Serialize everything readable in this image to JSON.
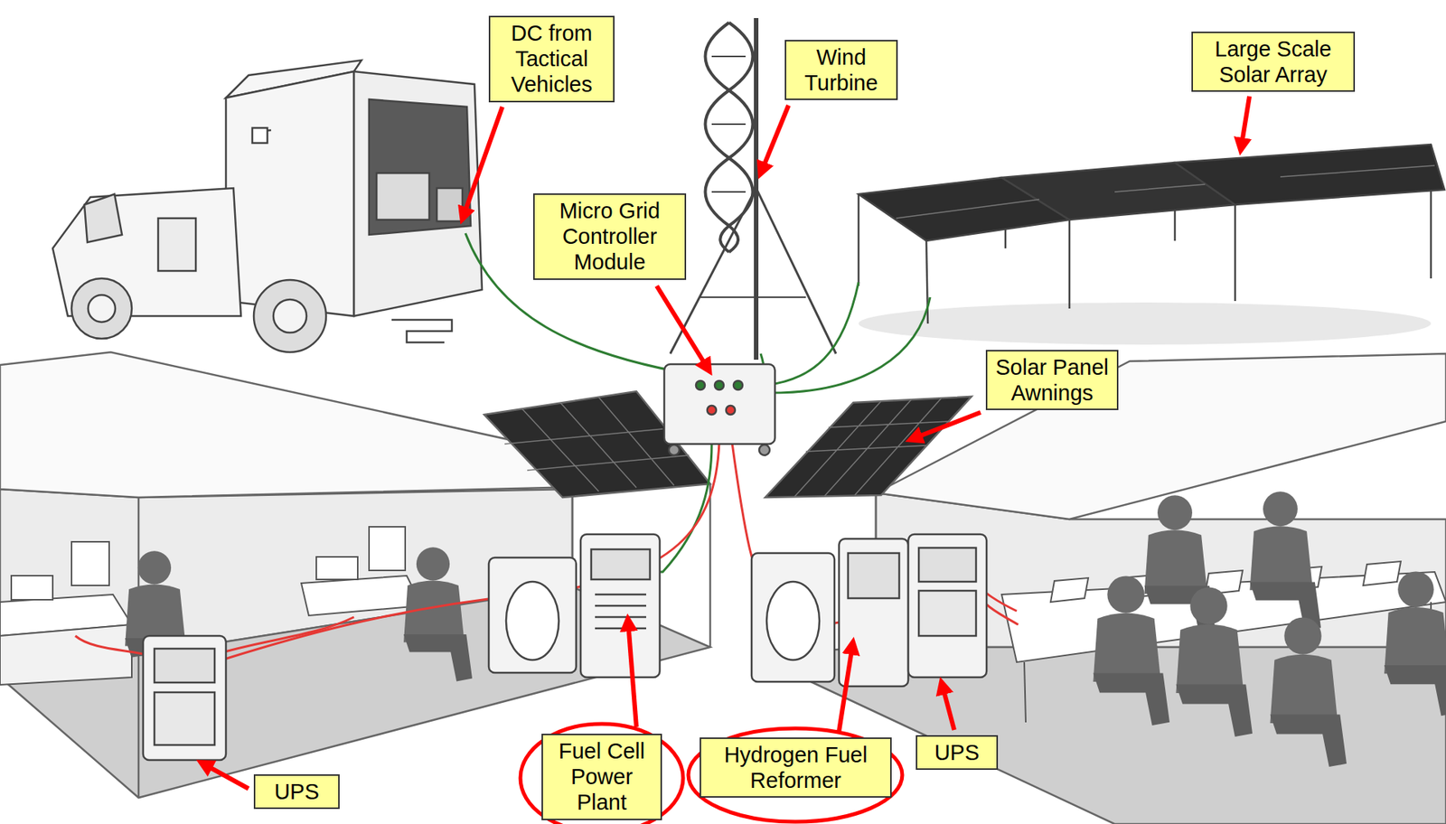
{
  "diagram": {
    "nodes": [
      {
        "text": [
          "DC from Tactical Vehicles"
        ]
      },
      {
        "text": [
          "Wind Turbine"
        ]
      },
      {
        "text": [
          "Large Scale Solar Array"
        ]
      },
      {
        "text": [
          "Micro Grid Controller Module"
        ]
      },
      {
        "text": [
          "Solar Panel Awnings"
        ]
      },
      {
        "text": [
          "Fuel Cell Power Plant"
        ]
      },
      {
        "text": [
          "Hydrogen Fuel Reformer"
        ]
      },
      {
        "text": [
          "UPS"
        ]
      },
      {
        "text": [
          "UPS"
        ]
      }
    ]
  }
}
